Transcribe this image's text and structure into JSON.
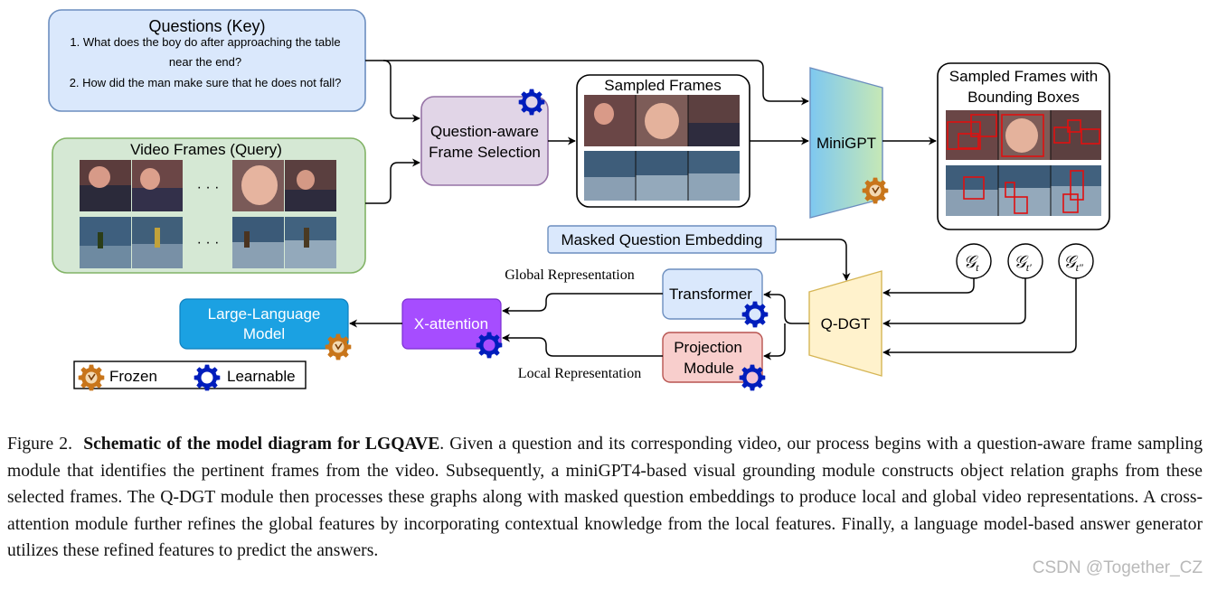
{
  "diagram": {
    "questions_box": {
      "title": "Questions (Key)",
      "line1": "1. What does the boy do after approaching the table",
      "line2": "near the end?",
      "line3": "2. How did the man make sure that he does not fall?"
    },
    "video_frames": {
      "title": "Video Frames (Query)",
      "ellipsis": "· · ·"
    },
    "frame_selection": {
      "line1": "Question-aware",
      "line2": "Frame Selection"
    },
    "sampled_frames": {
      "title": "Sampled Frames"
    },
    "minigpt": {
      "label": "MiniGPT"
    },
    "sampled_bbox": {
      "line1": "Sampled Frames with",
      "line2": "Bounding Boxes"
    },
    "masked_question": {
      "label": "Masked Question Embedding"
    },
    "graphs": {
      "base": "𝒢",
      "sub1": "t",
      "sub2": "t′",
      "sub3": "t″"
    },
    "qdgt": {
      "label": "Q-DGT"
    },
    "transformer": {
      "label": "Transformer"
    },
    "projection": {
      "line1": "Projection",
      "line2": "Module"
    },
    "xattention": {
      "label": "X-attention"
    },
    "llm": {
      "line1": "Large-Language",
      "line2": "Model"
    },
    "global_rep": "Global Representation",
    "local_rep": "Local Representation",
    "legend": {
      "frozen": "Frozen",
      "learnable": "Learnable"
    }
  },
  "caption": {
    "prefix": "Figure 2.",
    "bold": "Schematic of the model diagram for LGQAVE",
    "text": ". Given a question and its corresponding video, our process begins with a question-aware frame sampling module that identifies the pertinent frames from the video. Subsequently, a miniGPT4-based visual grounding module constructs object relation graphs from these selected frames. The Q-DGT module then processes these graphs along with masked question embeddings to produce local and global video representations. A cross-attention module further refines the global features by incorporating contextual knowledge from the local features. Finally, a language model-based answer generator utilizes these refined features to predict the answers."
  },
  "watermark": "CSDN @Together_CZ",
  "colors": {
    "questions_fill": "#dae8fc",
    "questions_stroke": "#6c8ebf",
    "video_fill": "#d5e8d4",
    "video_stroke": "#82b366",
    "selection_fill": "#e1d5e7",
    "selection_stroke": "#9673a6",
    "transformer_fill": "#dae8fc",
    "projection_fill": "#f8cecc",
    "projection_stroke": "#b85450",
    "qdgt_fill": "#fff2cc",
    "qdgt_stroke": "#d6b656",
    "xattention_fill": "#a64dff",
    "llm_fill": "#1ba1e2",
    "learnable_gear": "#001dbc",
    "frozen_gear": "#c8751a"
  }
}
